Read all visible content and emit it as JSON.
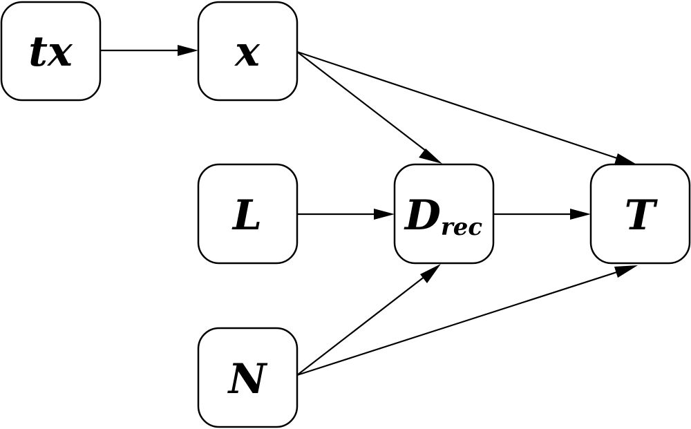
{
  "nodes": {
    "tx": {
      "label": "tx"
    },
    "x": {
      "label": "x"
    },
    "L": {
      "label": "L"
    },
    "D": {
      "label": "D",
      "subscript": "rec"
    },
    "T": {
      "label": "T"
    },
    "N": {
      "label": "N"
    }
  },
  "edges": [
    {
      "from": "tx",
      "to": "x"
    },
    {
      "from": "x",
      "to": "D"
    },
    {
      "from": "x",
      "to": "T"
    },
    {
      "from": "L",
      "to": "D"
    },
    {
      "from": "D",
      "to": "T"
    },
    {
      "from": "N",
      "to": "D"
    },
    {
      "from": "N",
      "to": "T"
    }
  ],
  "colors": {
    "stroke": "#000000",
    "background": "#ffffff"
  }
}
